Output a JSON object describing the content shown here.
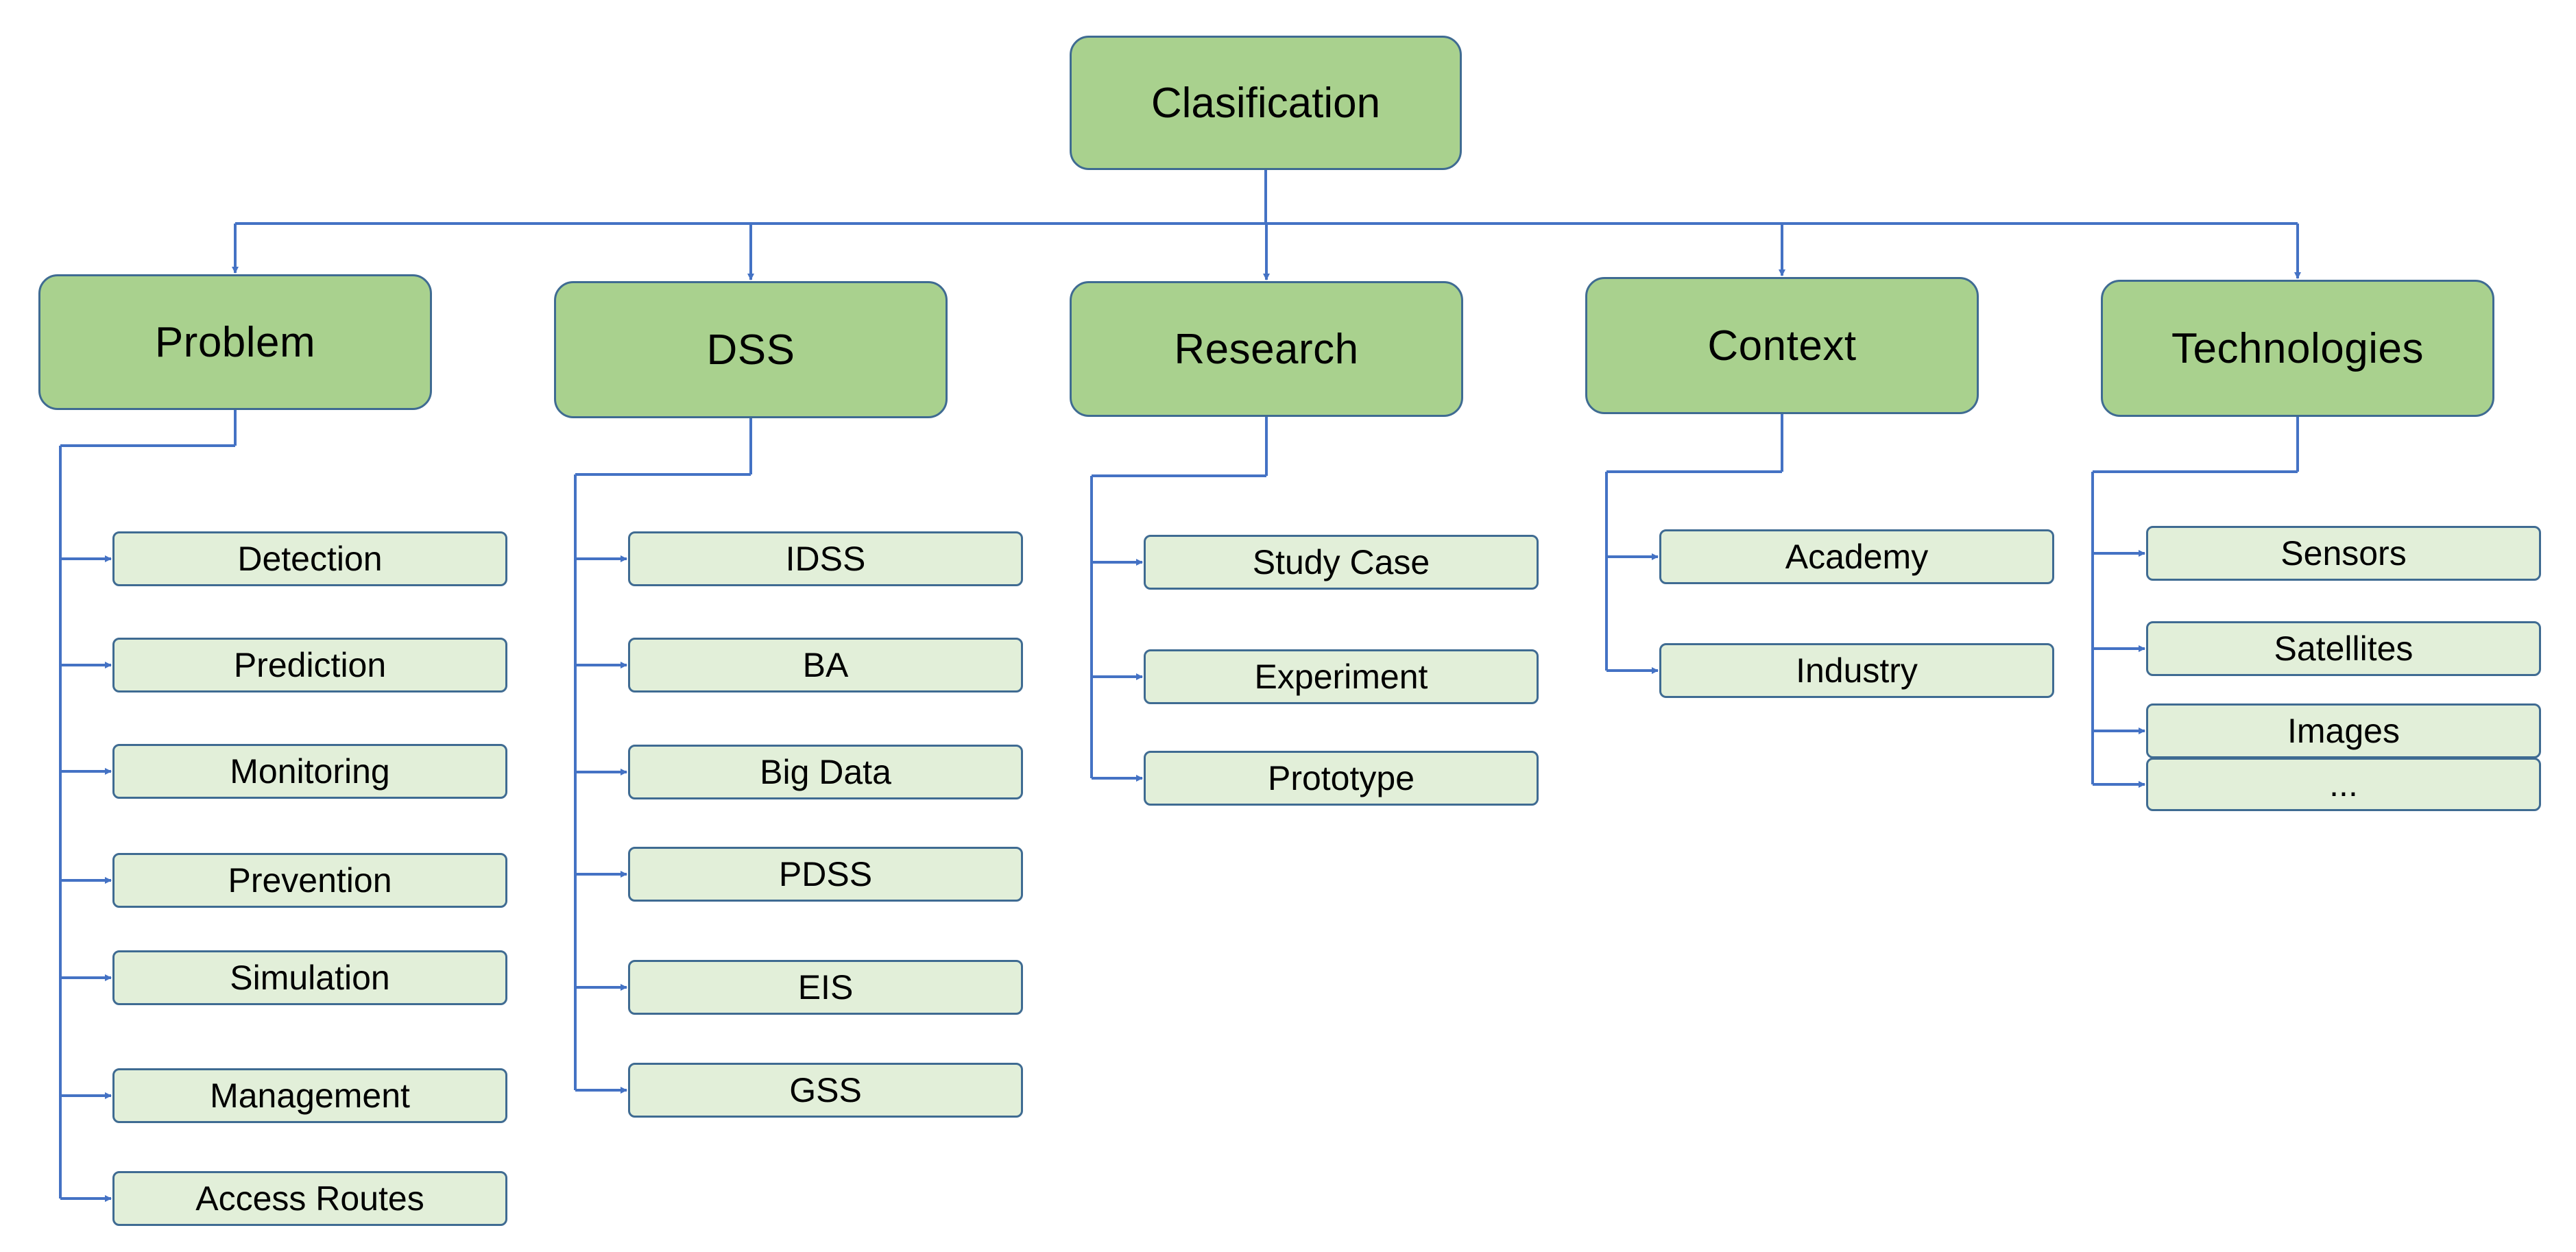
{
  "colors": {
    "main_fill": "#a9d18e",
    "leaf_fill": "#e2efd9",
    "border": "#3f6b92",
    "connector": "#4472c4"
  },
  "root": {
    "label": "Clasification"
  },
  "categories": [
    {
      "key": "problem",
      "label": "Problem",
      "items": [
        "Detection",
        "Prediction",
        "Monitoring",
        "Prevention",
        "Simulation",
        "Management",
        "Access Routes"
      ]
    },
    {
      "key": "dss",
      "label": "DSS",
      "items": [
        "IDSS",
        "BA",
        "Big Data",
        "PDSS",
        "EIS",
        "GSS"
      ]
    },
    {
      "key": "research",
      "label": "Research",
      "items": [
        "Study Case",
        "Experiment",
        "Prototype"
      ]
    },
    {
      "key": "context",
      "label": "Context",
      "items": [
        "Academy",
        "Industry"
      ]
    },
    {
      "key": "technologies",
      "label": "Technologies",
      "items": [
        "Sensors",
        "Satellites",
        "Images",
        "..."
      ]
    }
  ]
}
